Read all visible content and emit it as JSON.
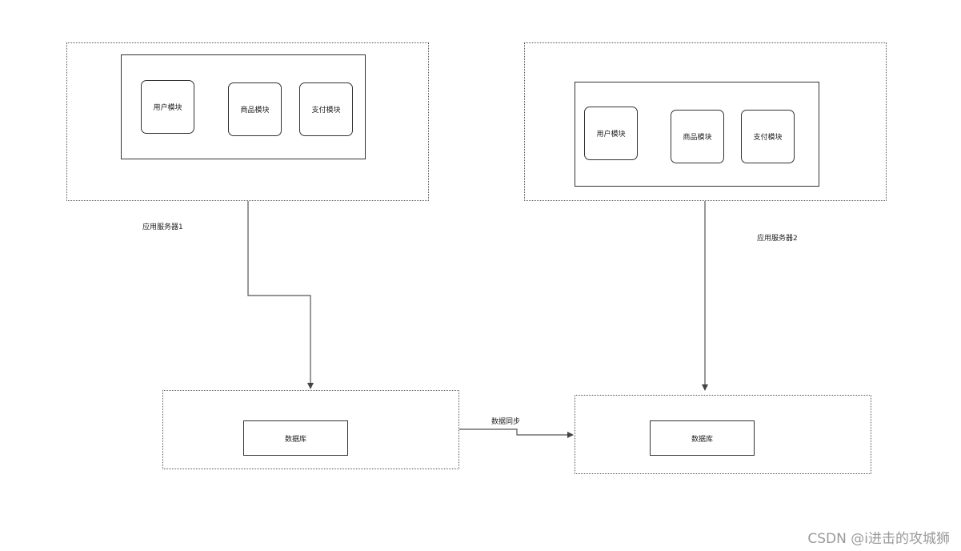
{
  "server1": {
    "label": "应用服务器1",
    "modules": [
      "用户模块",
      "商品模块",
      "支付模块"
    ]
  },
  "server2": {
    "label": "应用服务器2",
    "modules": [
      "用户模块",
      "商品模块",
      "支付模块"
    ]
  },
  "db1": {
    "label": "数据库"
  },
  "db2": {
    "label": "数据库"
  },
  "sync": {
    "label": "数据同步"
  },
  "watermark": "CSDN @i进击的攻城狮"
}
